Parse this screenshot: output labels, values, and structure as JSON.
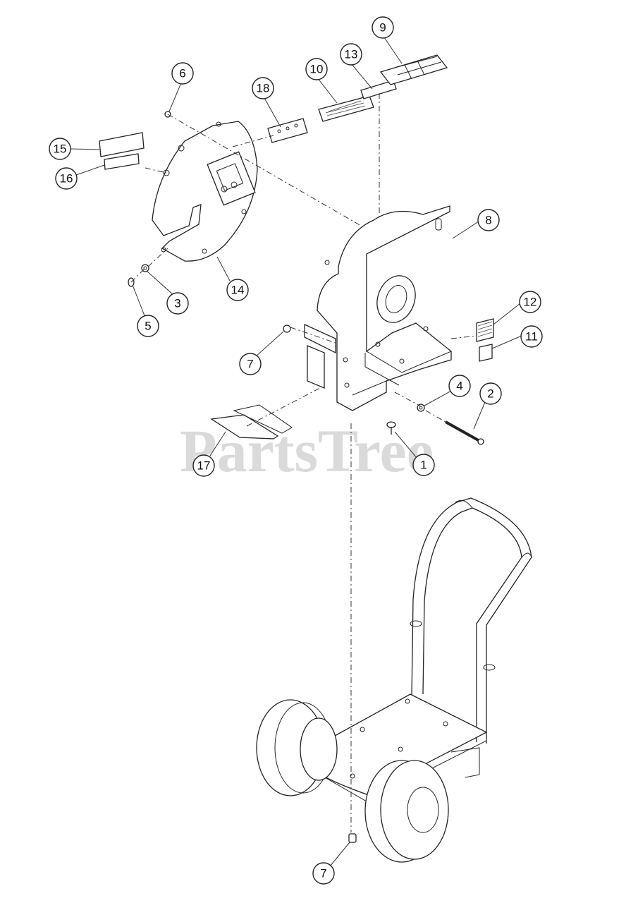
{
  "watermark": "PartsTree",
  "callouts": [
    {
      "id": "1",
      "label": "1"
    },
    {
      "id": "2",
      "label": "2"
    },
    {
      "id": "3",
      "label": "3"
    },
    {
      "id": "4",
      "label": "4"
    },
    {
      "id": "5",
      "label": "5"
    },
    {
      "id": "6",
      "label": "6"
    },
    {
      "id": "7a",
      "label": "7"
    },
    {
      "id": "7b",
      "label": "7"
    },
    {
      "id": "8",
      "label": "8"
    },
    {
      "id": "9",
      "label": "9"
    },
    {
      "id": "10",
      "label": "10"
    },
    {
      "id": "11",
      "label": "11"
    },
    {
      "id": "12",
      "label": "12"
    },
    {
      "id": "13",
      "label": "13"
    },
    {
      "id": "14",
      "label": "14"
    },
    {
      "id": "15",
      "label": "15"
    },
    {
      "id": "16",
      "label": "16"
    },
    {
      "id": "17",
      "label": "17"
    },
    {
      "id": "18",
      "label": "18"
    }
  ]
}
